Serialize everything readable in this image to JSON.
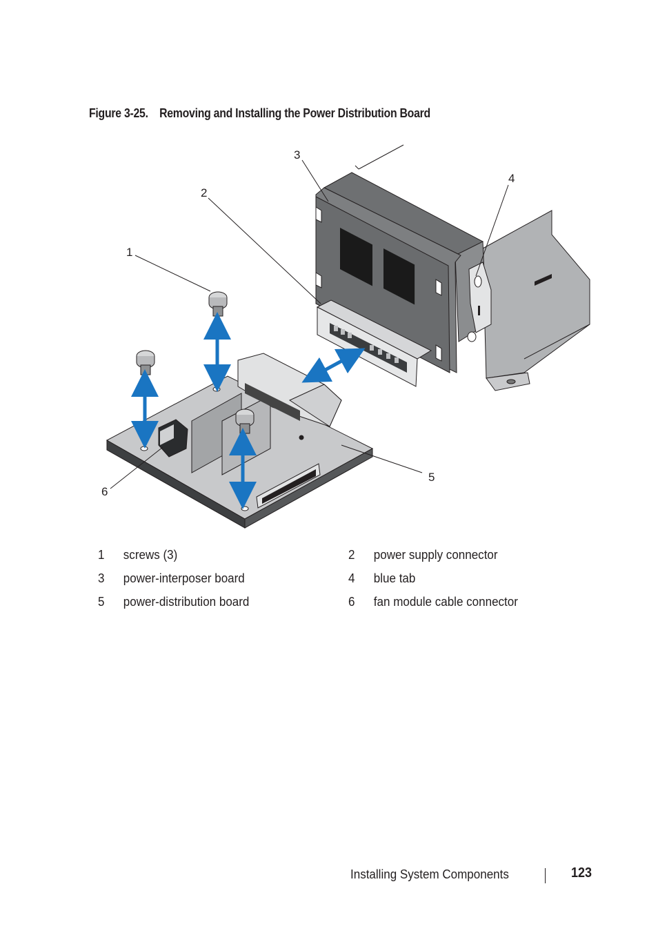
{
  "figure": {
    "number": "Figure 3-25.",
    "title": "Removing and Installing the Power Distribution Board",
    "callouts": [
      "1",
      "2",
      "3",
      "4",
      "5",
      "6"
    ]
  },
  "legend": [
    {
      "num": "1",
      "label": "screws (3)"
    },
    {
      "num": "2",
      "label": "power supply connector"
    },
    {
      "num": "3",
      "label": "power-interposer board"
    },
    {
      "num": "4",
      "label": "blue tab"
    },
    {
      "num": "5",
      "label": "power-distribution board"
    },
    {
      "num": "6",
      "label": "fan module cable connector"
    }
  ],
  "footer": {
    "section": "Installing System Components",
    "page": "123"
  },
  "colors": {
    "arrow_blue": "#1a75c2",
    "board_gray": "#c8c9cb",
    "chassis_gray": "#a9abad",
    "dark_gray": "#57595b"
  }
}
